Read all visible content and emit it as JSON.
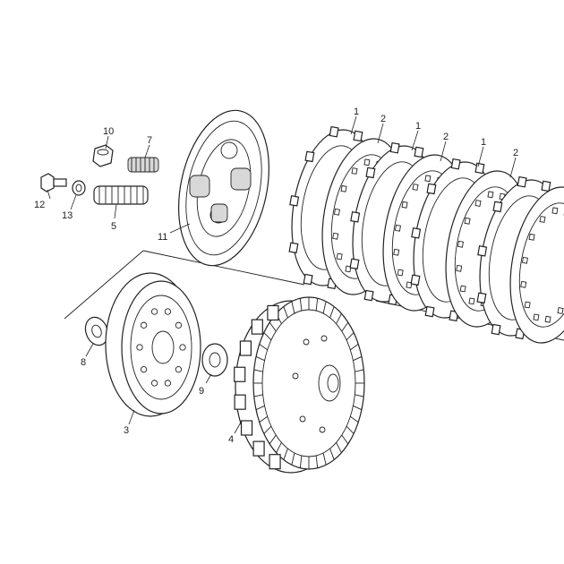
{
  "callouts": {
    "c1a": "1",
    "c2a": "2",
    "c1b": "1",
    "c2b": "2",
    "c1c": "1",
    "c2c": "2",
    "c3": "3",
    "c4": "4",
    "c5": "5",
    "c7": "7",
    "c8": "8",
    "c9": "9",
    "c10": "10",
    "c11": "11",
    "c12": "12",
    "c13": "13"
  },
  "colors": {
    "line": "#222222",
    "background": "#ffffff",
    "shade": "#d8d8d8"
  }
}
